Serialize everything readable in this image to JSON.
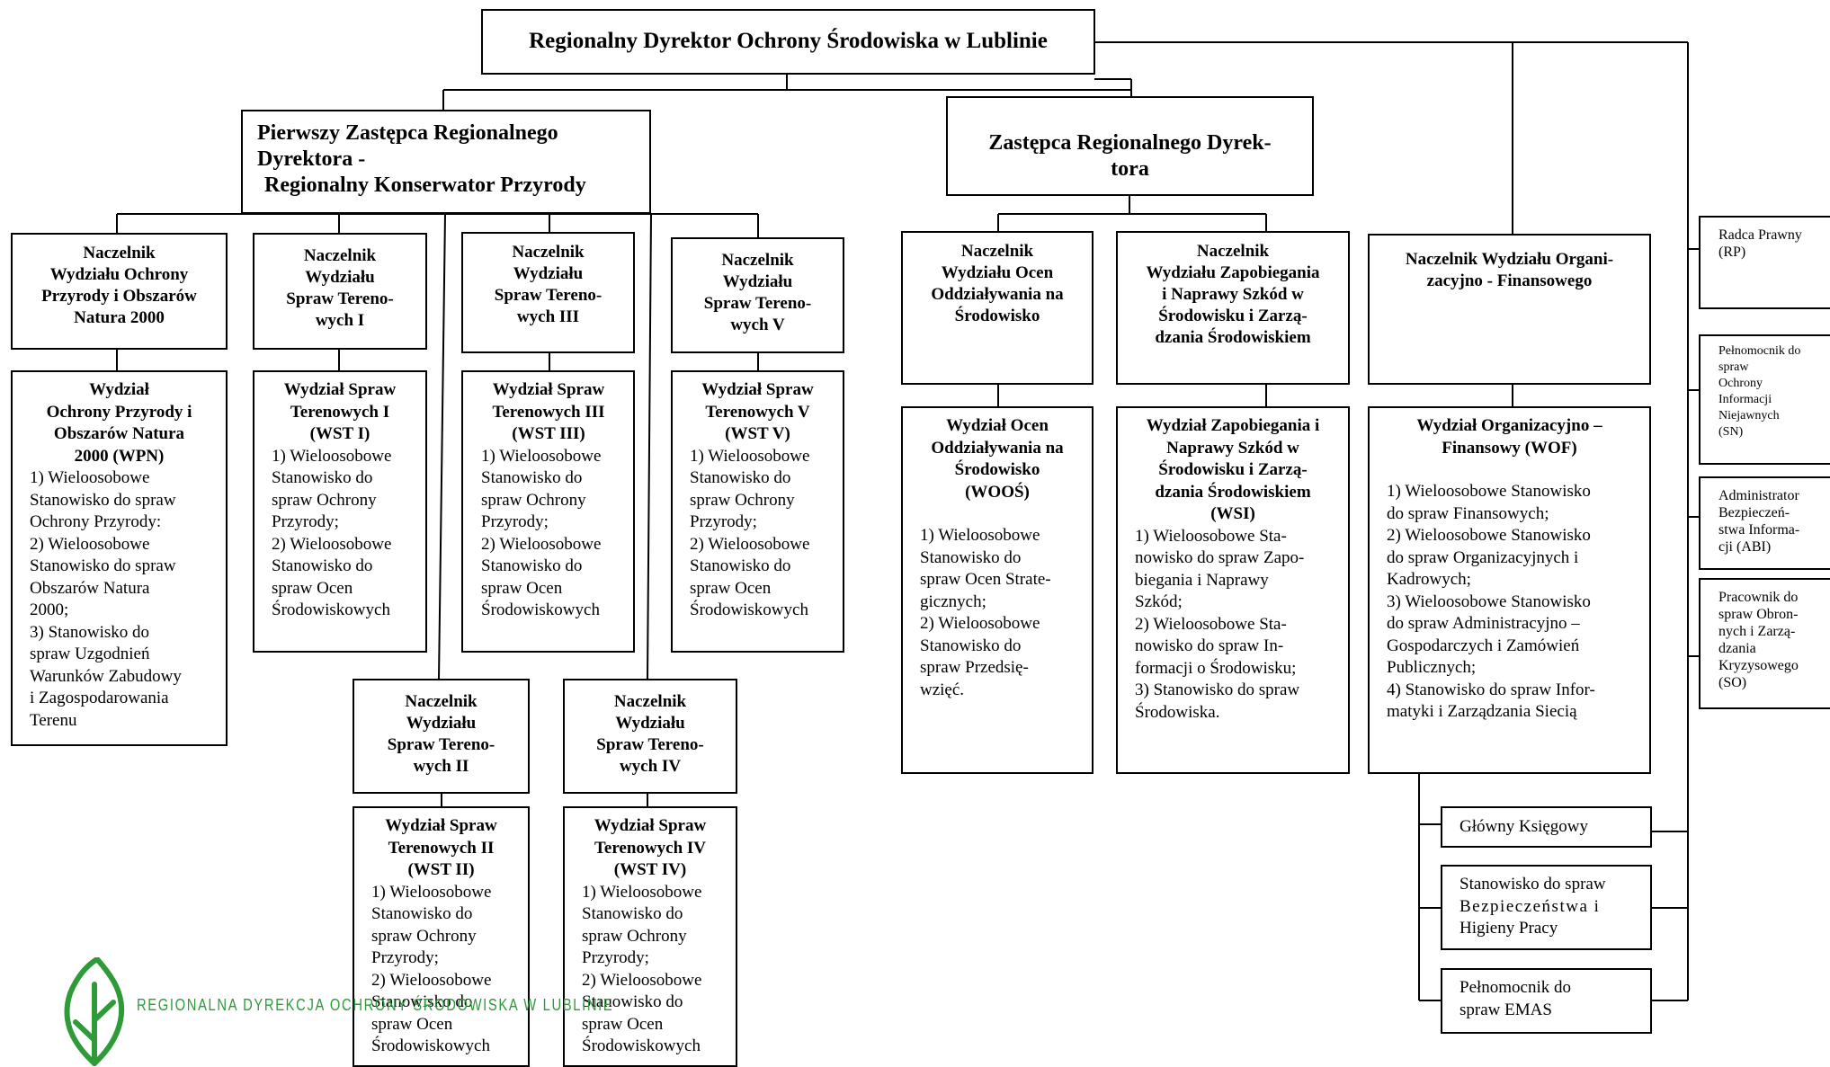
{
  "director": "Regionalny Dyrektor Ochrony Środowiska w Lublinie",
  "first_deputy": {
    "line1": "Pierwszy Zastępca Regionalnego",
    "line2": "Dyrektora -",
    "line3": "Regionalny Konserwator Przyrody"
  },
  "deputy": {
    "line1": "Zastępca Regionalnego Dyrek-",
    "line2": "tora"
  },
  "heads": {
    "wpn": [
      "Naczelnik",
      "Wydziału Ochrony",
      "Przyrody i Obszarów",
      "Natura 2000"
    ],
    "wst1": [
      "Naczelnik",
      "Wydziału",
      "Spraw Tereno-",
      "wych I"
    ],
    "wst3": [
      "Naczelnik",
      "Wydziału",
      "Spraw Tereno-",
      "wych III"
    ],
    "wst5": [
      "Naczelnik",
      "Wydziału",
      "Spraw Tereno-",
      "wych V"
    ],
    "wst2": [
      "Naczelnik",
      "Wydziału",
      "Spraw Tereno-",
      "wych II"
    ],
    "wst4": [
      "Naczelnik",
      "Wydziału",
      "Spraw Tereno-",
      "wych IV"
    ],
    "woos": [
      "Naczelnik",
      "Wydziału Ocen",
      "Oddziaływania na",
      "Środowisko"
    ],
    "wsi": [
      "Naczelnik",
      "Wydziału Zapobiegania",
      "i Naprawy Szkód w",
      "Środowisku i Zarzą-",
      "dzania Środowiskiem"
    ],
    "wof": [
      "Naczelnik Wydziału Organi-",
      "zacyjno - Finansowego"
    ]
  },
  "departments": {
    "wpn": {
      "title": [
        "Wydział",
        "Ochrony Przyrody i",
        "Obszarów Natura",
        "2000 (WPN)"
      ],
      "items": [
        "1) Wieloosobowe",
        "Stanowisko do spraw",
        "Ochrony Przyrody:",
        "2) Wieloosobowe",
        "Stanowisko do spraw",
        "Obszarów Natura",
        "2000;",
        "3) Stanowisko do",
        "spraw Uzgodnień",
        "Warunków Zabudowy",
        "i Zagospodarowania",
        "Terenu"
      ]
    },
    "wst1": {
      "title": [
        "Wydział Spraw",
        "Terenowych I",
        "(WST I)"
      ],
      "items": [
        "1) Wieloosobowe",
        "Stanowisko do",
        "spraw Ochrony",
        "Przyrody;",
        "2) Wieloosobowe",
        "Stanowisko do",
        "spraw Ocen",
        "Środowiskowych"
      ]
    },
    "wst3": {
      "title": [
        "Wydział Spraw",
        "Terenowych III",
        "(WST III)"
      ],
      "items": [
        "1) Wieloosobowe",
        "Stanowisko do",
        "spraw Ochrony",
        "Przyrody;",
        "2) Wieloosobowe",
        "Stanowisko do",
        "spraw Ocen",
        "Środowiskowych"
      ]
    },
    "wst5": {
      "title": [
        "Wydział Spraw",
        "Terenowych V",
        "(WST V)"
      ],
      "items": [
        "1) Wieloosobowe",
        "Stanowisko do",
        "spraw Ochrony",
        "Przyrody;",
        "2) Wieloosobowe",
        "Stanowisko do",
        "spraw Ocen",
        "Środowiskowych"
      ]
    },
    "wst2": {
      "title": [
        "Wydział Spraw",
        "Terenowych II",
        "(WST II)"
      ],
      "items": [
        "1) Wieloosobowe",
        "Stanowisko do",
        "spraw Ochrony",
        "Przyrody;",
        "2) Wieloosobowe",
        "Stanowisko do",
        "spraw Ocen",
        "Środowiskowych"
      ]
    },
    "wst4": {
      "title": [
        "Wydział Spraw",
        "Terenowych IV",
        "(WST IV)"
      ],
      "items": [
        "1) Wieloosobowe",
        "Stanowisko do",
        "spraw Ochrony",
        "Przyrody;",
        "2) Wieloosobowe",
        "Stanowisko do",
        "spraw Ocen",
        "Środowiskowych"
      ]
    },
    "woos": {
      "title": [
        "Wydział Ocen",
        "Oddziaływania na",
        "Środowisko",
        "(WOOŚ)"
      ],
      "items": [
        "1) Wieloosobowe",
        "Stanowisko do",
        "spraw Ocen Strate-",
        "gicznych;",
        "2) Wieloosobowe",
        "Stanowisko do",
        "spraw Przedsię-",
        "wzięć."
      ]
    },
    "wsi": {
      "title": [
        "Wydział Zapobiegania i",
        "Naprawy Szkód w",
        "Środowisku i Zarzą-",
        "dzania Środowiskiem",
        "(WSI)"
      ],
      "items": [
        "1) Wieloosobowe Sta-",
        "nowisko do spraw Zapo-",
        "biegania i Naprawy",
        "Szkód;",
        "2) Wieloosobowe Sta-",
        "nowisko do spraw In-",
        "formacji o Środowisku;",
        "3) Stanowisko do spraw",
        "Środowiska."
      ]
    },
    "wof": {
      "title": [
        "Wydział Organizacyjno –",
        "Finansowy (WOF)"
      ],
      "items": [
        "1) Wieloosobowe Stanowisko",
        "do spraw Finansowych;",
        "2) Wieloosobowe Stanowisko",
        "do spraw Organizacyjnych i",
        "Kadrowych;",
        "3) Wieloosobowe Stanowisko",
        "do spraw Administracyjno –",
        "Gospodarczych i Zamówień",
        "Publicznych;",
        "4) Stanowisko do spraw Infor-",
        "matyki i Zarządzania Siecią"
      ]
    }
  },
  "staff": {
    "accountant": "Główny Księgowy",
    "bhp": [
      "Stanowisko do spraw",
      "Bezpieczeństwa i",
      "Higieny Pracy"
    ],
    "emas": [
      "Pełnomocnik do",
      "spraw EMAS"
    ]
  },
  "side": {
    "rp": [
      "Radca Prawny",
      "(RP)"
    ],
    "sn": [
      "Pełnomocnik do",
      "spraw",
      "Ochrony",
      "Informacji",
      "Niejawnych",
      "(SN)"
    ],
    "abi": [
      "Administrator",
      "Bezpieczeń-",
      "stwa Informa-",
      "cji (ABI)"
    ],
    "so": [
      "Pracownik do",
      "spraw Obron-",
      "nych i Zarzą-",
      "dzania",
      "Kryzysowego",
      "(SO)"
    ]
  },
  "logo": {
    "text": "REGIONALNA DYREKCJA OCHRONY ŚRODOWISKA W LUBLINIE",
    "color": "#2e9a38"
  }
}
